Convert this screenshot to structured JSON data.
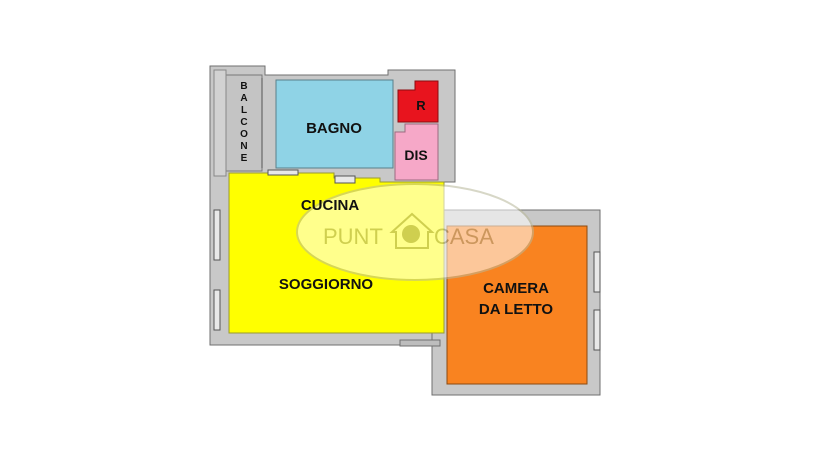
{
  "rooms": {
    "balcone": {
      "label": "BALCONE",
      "letters": [
        "B",
        "A",
        "L",
        "C",
        "O",
        "N",
        "E"
      ],
      "color": "#c4c4c4"
    },
    "bagno": {
      "label": "BAGNO",
      "color": "#8fd3e6"
    },
    "ripostiglio": {
      "label": "R",
      "color": "#e8141e"
    },
    "disimpegno": {
      "label": "DIS",
      "color": "#f6a8c8"
    },
    "cucina": {
      "label": "CUCINA",
      "color": "#ffff00"
    },
    "soggiorno": {
      "label": "SOGGIORNO",
      "color": "#ffff00"
    },
    "camera": {
      "label_line1": "CAMERA",
      "label_line2": "DA LETTO",
      "color": "#f98320"
    }
  },
  "watermark": {
    "word1": "PUNT",
    "word2": "CASA",
    "color": "#c9c8b4"
  },
  "colors": {
    "wall": "#c8c8c8",
    "wall_edge": "#7a7a7a"
  }
}
